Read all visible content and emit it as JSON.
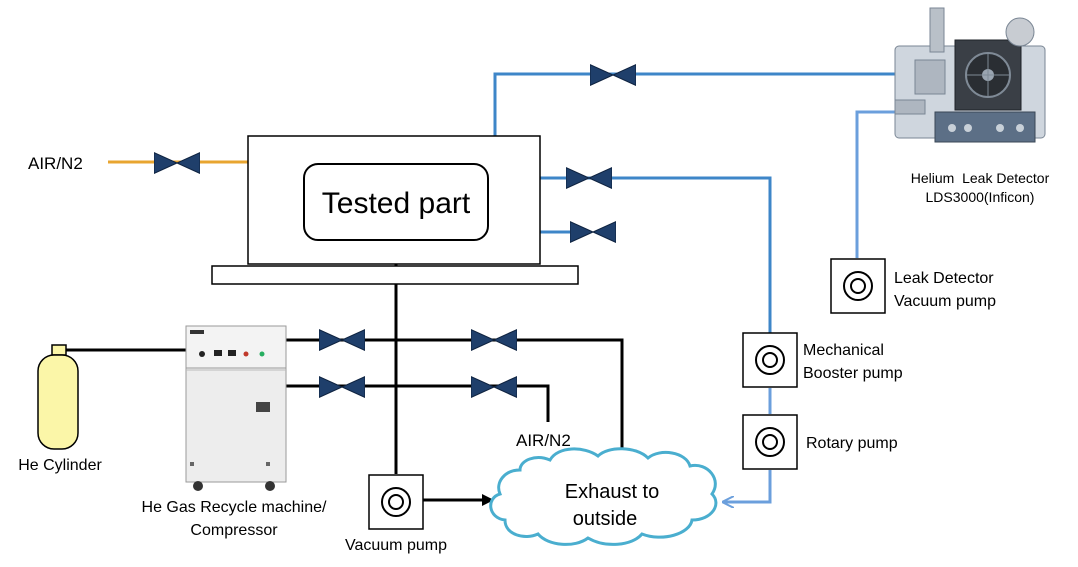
{
  "labels": {
    "air_n2_left": "AIR/N2",
    "tested_part": "Tested part",
    "helium_leak_detector_line1": "Helium  Leak Detector",
    "helium_leak_detector_line2": "LDS3000(Inficon)",
    "leak_detector_vacuum_pump_line1": "Leak Detector",
    "leak_detector_vacuum_pump_line2": "Vacuum pump",
    "mechanical_booster_line1": "Mechanical",
    "mechanical_booster_line2": "Booster pump",
    "rotary_pump": "Rotary pump",
    "air_n2_bottom": "AIR/N2",
    "exhaust_line1": "Exhaust to",
    "exhaust_line2": "outside",
    "vacuum_pump": "Vacuum pump",
    "he_cylinder": "He Cylinder",
    "he_recycle_line1": "He Gas Recycle machine/",
    "he_recycle_line2": "Compressor"
  },
  "colors": {
    "air_line": "#e8a530",
    "helium_line": "#3e86c8",
    "rough_line": "#6b9fdc",
    "valve_fill": "#1f3f6b",
    "cloud_stroke": "#4aaecf",
    "cylinder_fill": "#fbf6a8"
  },
  "icons": [
    "valve-icon",
    "pump-icon",
    "cloud-icon",
    "gas-cylinder-icon",
    "leak-detector-image",
    "recycle-machine-image"
  ]
}
